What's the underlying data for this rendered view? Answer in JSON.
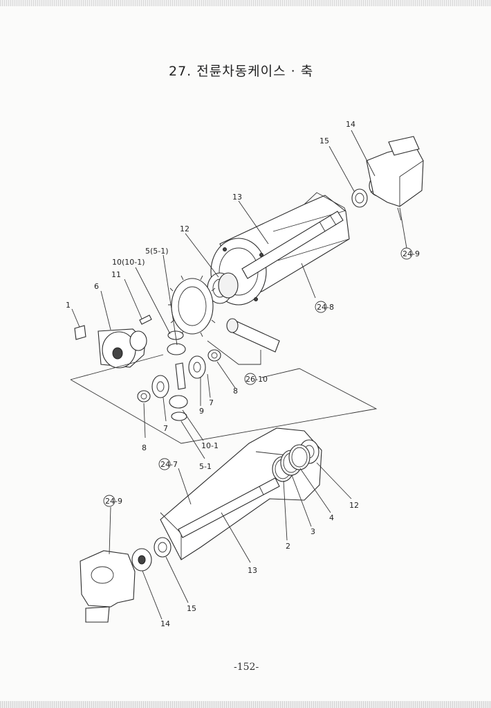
{
  "title": "27. 전륜차동케이스 · 축",
  "page_number": "-152-",
  "callouts": {
    "c1": "1",
    "c2": "2",
    "c3": "3",
    "c4": "4",
    "c5": "5(5-1)",
    "c5_1": "5-1",
    "c6": "6",
    "c7a": "7",
    "c7b": "7",
    "c8a": "8",
    "c8b": "8",
    "c9": "9",
    "c10": "10(10-1)",
    "c10_1": "10-1",
    "c11": "11",
    "c12a": "12",
    "c12b": "12",
    "c13a": "13",
    "c13b": "13",
    "c14a": "14",
    "c14b": "14",
    "c15a": "15",
    "c15b": "15",
    "c24_7": "24-7",
    "c24_8": "24-8",
    "c24_9a": "24-9",
    "c24_9b": "24-9",
    "c26_10": "26-10"
  }
}
